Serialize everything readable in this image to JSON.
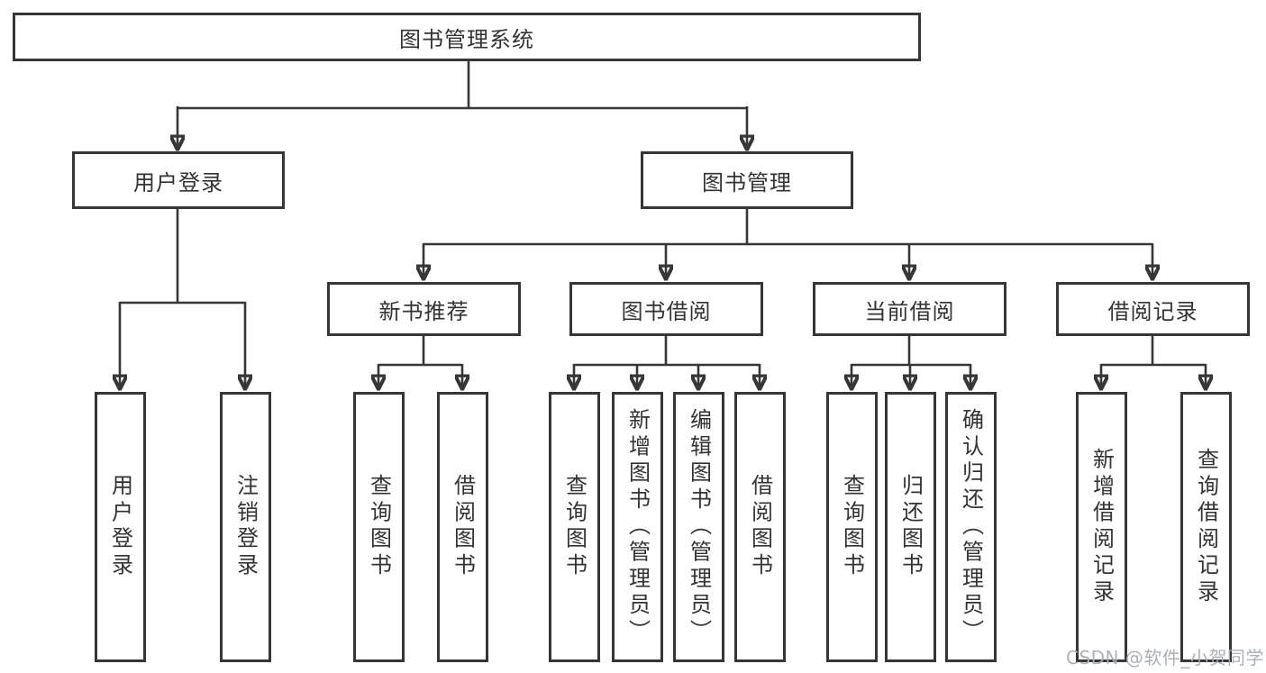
{
  "tree": {
    "root": {
      "label": "图书管理系统"
    },
    "children": [
      {
        "label": "用户登录",
        "children": [
          {
            "label": "用户登录"
          },
          {
            "label": "注销登录"
          }
        ]
      },
      {
        "label": "图书管理",
        "children": [
          {
            "label": "新书推荐",
            "children": [
              {
                "label": "查询图书"
              },
              {
                "label": "借阅图书"
              }
            ]
          },
          {
            "label": "图书借阅",
            "children": [
              {
                "label": "查询图书"
              },
              {
                "label": "新增图书（管理员）"
              },
              {
                "label": "编辑图书（管理员）"
              },
              {
                "label": "借阅图书"
              }
            ]
          },
          {
            "label": "当前借阅",
            "children": [
              {
                "label": "查询图书"
              },
              {
                "label": "归还图书"
              },
              {
                "label": "确认归还（管理员）"
              }
            ]
          },
          {
            "label": "借阅记录",
            "children": [
              {
                "label": "新增借阅记录"
              },
              {
                "label": "查询借阅记录"
              }
            ]
          }
        ]
      }
    ]
  },
  "watermark": {
    "text": "CSDN @软件_小贺同学"
  },
  "colors": {
    "line": "#363636",
    "text": "#333333",
    "watermark": "#a8acb4",
    "background": "#ffffff"
  }
}
